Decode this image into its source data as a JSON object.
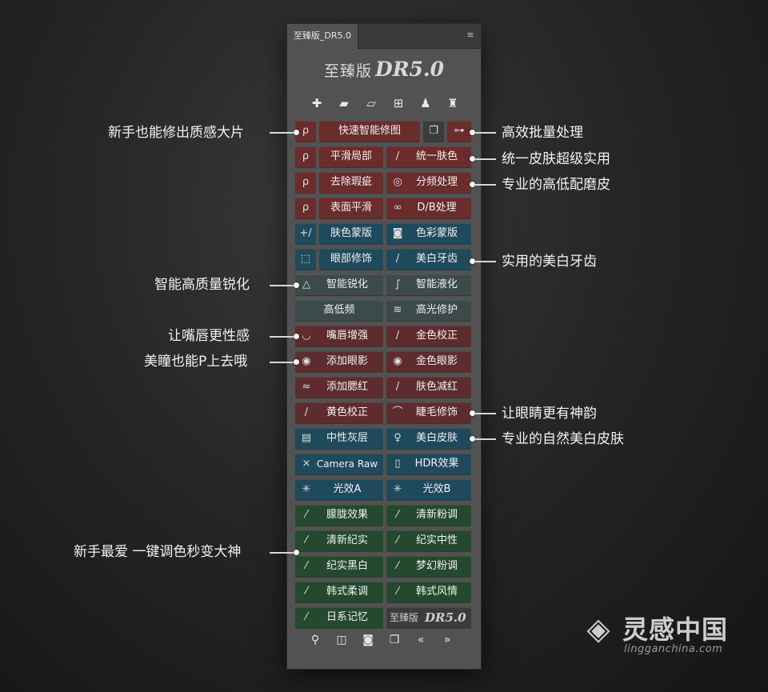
{
  "panel": {
    "tab_title": "至臻版_DR5.0",
    "logo_cn": "至臻版",
    "logo_dr": "DR5.0",
    "tool_icons": [
      "brush-plus-icon",
      "bandage-icon",
      "bandage-icon",
      "chip-icon",
      "stamp-icon",
      "stamp-x-icon"
    ]
  },
  "buttons": {
    "quick_smart_retouch": "快速智能修图",
    "smooth_local": "平滑局部",
    "unify_skin": "统一肤色",
    "remove_blemish": "去除瑕疵",
    "freq_separation": "分频处理",
    "surface_smooth": "表面平滑",
    "db_process": "D/B处理",
    "skin_mask": "肤色蒙版",
    "color_mask": "色彩蒙版",
    "eye_retouch": "眼部修饰",
    "teeth_whiten": "美白牙齿",
    "smart_sharpen": "智能锐化",
    "smart_liquify": "智能液化",
    "high_low_freq": "高低频",
    "highlight_repair": "高光修护",
    "lip_enhance": "嘴唇增强",
    "gold_correct": "金色校正",
    "add_eyeshadow": "添加眼影",
    "gold_eyeshadow": "金色眼影",
    "add_blush": "添加腮红",
    "skin_reduce_red": "肤色减红",
    "yellow_correct": "黄色校正",
    "lash_retouch": "睫毛修饰",
    "neutral_gray": "中性灰层",
    "whiten_skin": "美白皮肤",
    "camera_raw": "Camera Raw",
    "hdr_effect": "HDR效果",
    "light_a": "光效A",
    "light_b": "光效B",
    "hazy_effect": "朦胧效果",
    "fresh_pink": "清新粉调",
    "fresh_doc": "清新纪实",
    "doc_neutral": "纪实中性",
    "doc_bw": "纪实黑白",
    "dream_pink": "梦幻粉调",
    "korean_soft": "韩式柔调",
    "korean_style": "韩式风情",
    "japanese_memory": "日系记忆",
    "brand_cn": "至臻版",
    "brand_dr": "DR5.0"
  },
  "annotations": {
    "left_quick": "新手也能修出质感大片",
    "left_sharpen": "智能高质量锐化",
    "left_lips": "让嘴唇更性感",
    "left_eyes": "美瞳也能P上去哦",
    "left_grading": "新手最爱 一键调色秒变大神",
    "right_batch": "高效批量处理",
    "right_unify": "统一皮肤超级实用",
    "right_freq": "专业的高低配磨皮",
    "right_teeth": "实用的美白牙齿",
    "right_lash": "让眼睛更有神韵",
    "right_whiten": "专业的自然美白皮肤"
  },
  "watermark": {
    "name": "灵感中国",
    "url": "lingganchina.com"
  },
  "colors": {
    "red_button": "#6b2c2c",
    "blue_button": "#1f4a5c",
    "gray_button": "#3c4a4a",
    "green_button": "#25492f",
    "panel_bg": "#525252"
  }
}
